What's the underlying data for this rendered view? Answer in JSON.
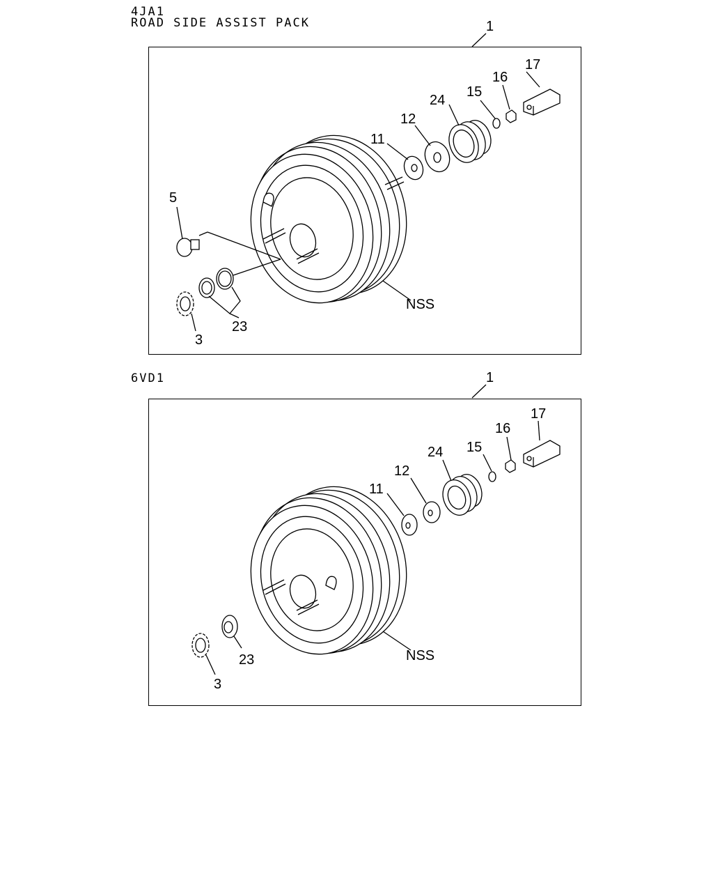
{
  "diagram1": {
    "engine": "4JA1",
    "subtitle": "ROAD SIDE ASSIST PACK",
    "callouts": {
      "assembly": "1",
      "p17": "17",
      "p16": "16",
      "p15": "15",
      "p24": "24",
      "p12": "12",
      "p11": "11",
      "p5": "5",
      "p3": "3",
      "p23": "23",
      "nss": "NSS"
    }
  },
  "diagram2": {
    "engine": "6VD1",
    "callouts": {
      "assembly": "1",
      "p17": "17",
      "p16": "16",
      "p15": "15",
      "p24": "24",
      "p12": "12",
      "p11": "11",
      "p3": "3",
      "p23": "23",
      "nss": "NSS"
    }
  }
}
